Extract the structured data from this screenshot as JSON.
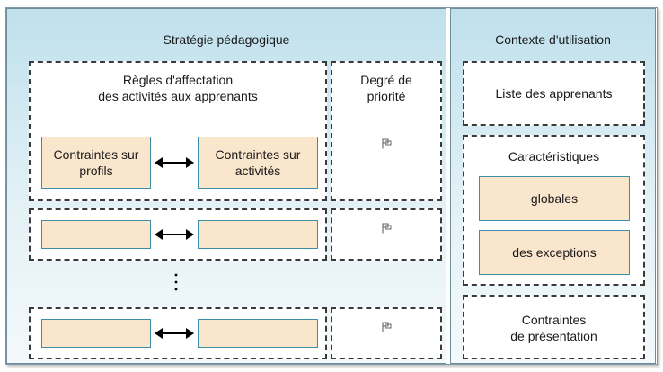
{
  "strategy_panel": {
    "title": "Stratégie pédagogique",
    "rules_header": "Règles d'affectation\ndes activités aux apprenants",
    "priority_header": "Degré de\npriorité",
    "rows": [
      {
        "left_box": "Contraintes sur\nprofils",
        "right_box": "Contraintes sur\nactivités"
      },
      {
        "left_box": "",
        "right_box": ""
      },
      {
        "left_box": "",
        "right_box": ""
      }
    ],
    "ellipsis": "⋮"
  },
  "context_panel": {
    "title": "Contexte d'utilisation",
    "learners_list": "Liste des apprenants",
    "characteristics": {
      "title": "Caractéristiques",
      "items": [
        "globales",
        "des exceptions"
      ]
    },
    "presentation_constraints": "Contraintes\nde présentation"
  },
  "icons": {
    "priority_flag": "flag-icon",
    "bidirectional_arrow": "double-arrow-icon"
  },
  "colors": {
    "panel_gradient_top": "#bfe0ec",
    "panel_gradient_bottom": "#f4f9fb",
    "panel_border": "#6e8e9c",
    "box_fill": "#fae5cd",
    "box_border": "#3e8ea6",
    "dashed_border": "#3a3a3a"
  }
}
